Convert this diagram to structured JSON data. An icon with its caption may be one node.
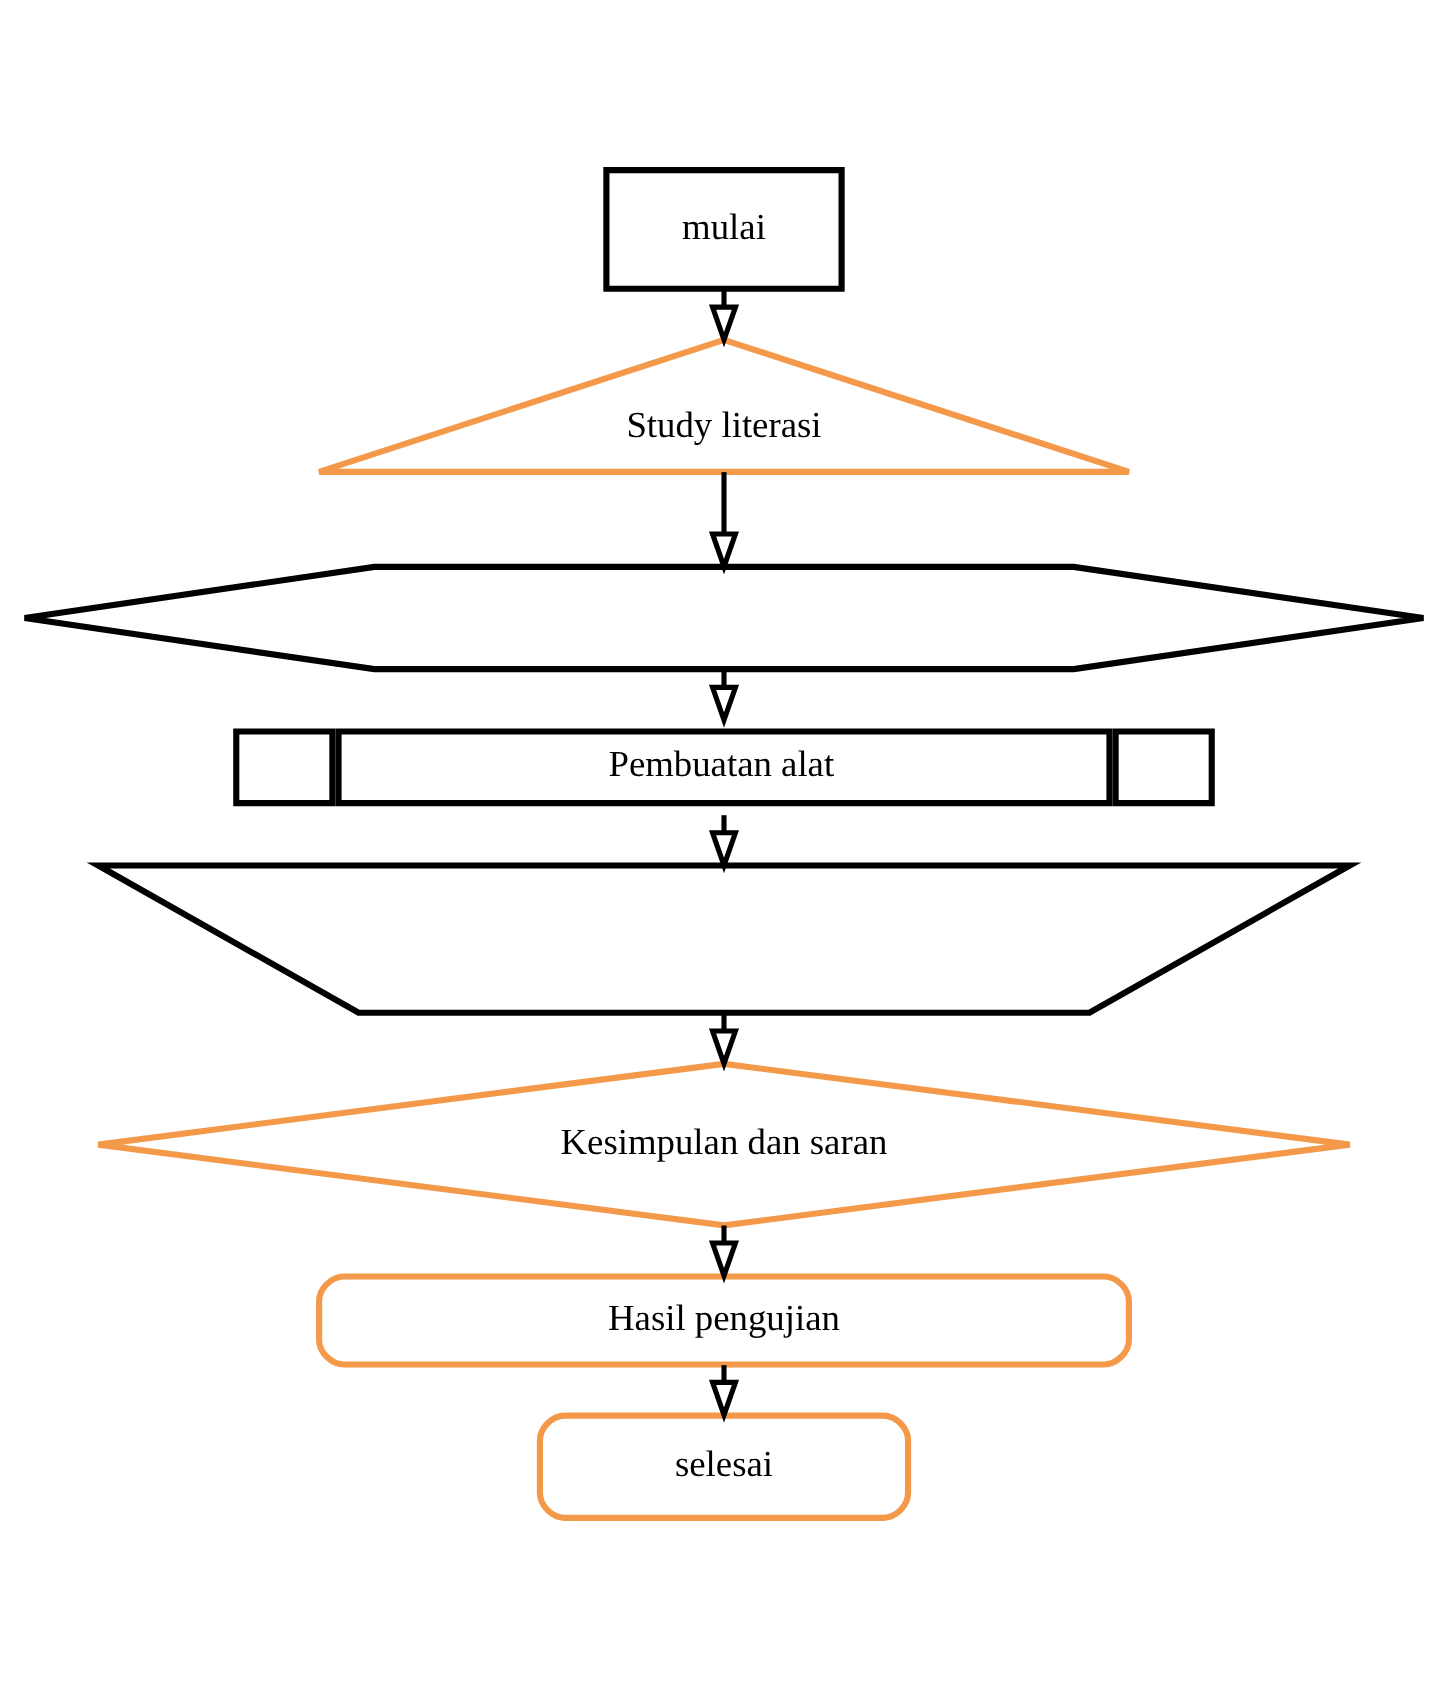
{
  "diagram": {
    "nodes": [
      {
        "text": [
          "mulai"
        ]
      },
      {
        "text": [
          "Study literasi"
        ]
      },
      {
        "text": [],
        "shape": "hexagon"
      },
      {
        "text": [
          "Pembuatan alat"
        ]
      },
      {
        "text": [],
        "shape": "trapezoid"
      },
      {
        "text": [
          "Kesimpulan dan saran"
        ]
      },
      {
        "text": [
          "Hasil pengujian"
        ]
      },
      {
        "text": [
          "selesai"
        ]
      }
    ],
    "edges": [
      {
        "from": 0,
        "to": 1,
        "arrow": "to"
      },
      {
        "from": 1,
        "to": 2,
        "arrow": "to"
      },
      {
        "from": 2,
        "to": 3,
        "arrow": "to"
      },
      {
        "from": 3,
        "to": 4,
        "arrow": "to"
      },
      {
        "from": 4,
        "to": 5,
        "arrow": "to"
      },
      {
        "from": 5,
        "to": 6,
        "arrow": "to"
      },
      {
        "from": 6,
        "to": 7,
        "arrow": "to"
      }
    ]
  }
}
